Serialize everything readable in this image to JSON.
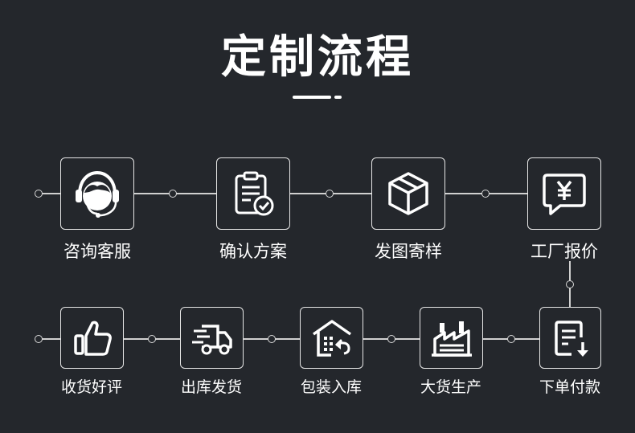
{
  "title": "定制流程",
  "steps_row1": [
    {
      "label": "咨询客服",
      "icon": "customer-service-headset-icon"
    },
    {
      "label": "确认方案",
      "icon": "clipboard-check-icon"
    },
    {
      "label": "发图寄样",
      "icon": "package-box-icon"
    },
    {
      "label": "工厂报价",
      "icon": "yuan-quote-bubble-icon"
    }
  ],
  "steps_row2": [
    {
      "label": "收货好评",
      "icon": "thumbs-up-icon"
    },
    {
      "label": "出库发货",
      "icon": "delivery-truck-icon"
    },
    {
      "label": "包装入库",
      "icon": "warehouse-return-icon"
    },
    {
      "label": "大货生产",
      "icon": "factory-icon"
    },
    {
      "label": "下单付款",
      "icon": "order-download-icon"
    }
  ],
  "colors": {
    "background": "#24272c",
    "foreground": "#ffffff",
    "connector": "#d0d0d0"
  }
}
